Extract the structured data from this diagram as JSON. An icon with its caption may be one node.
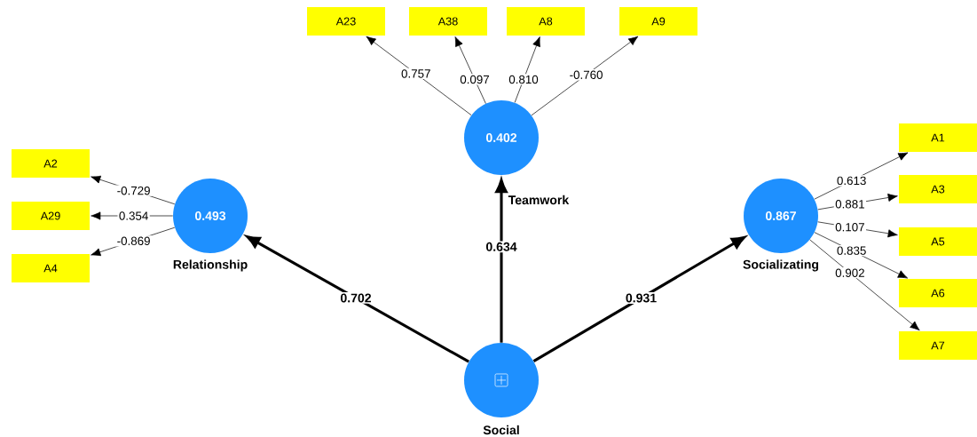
{
  "diagram": {
    "nodes": [
      {
        "text": [
          "A23"
        ]
      },
      {
        "text": [
          "A38"
        ]
      },
      {
        "text": [
          "A8"
        ]
      },
      {
        "text": [
          "A9"
        ]
      },
      {
        "text": [
          "0.402",
          "Teamwork"
        ]
      },
      {
        "text": [
          "A1"
        ]
      },
      {
        "text": [
          "A2"
        ]
      },
      {
        "text": [
          "0.493",
          "Relationship"
        ]
      },
      {
        "text": [
          "0.867",
          "Socializating"
        ]
      },
      {
        "text": [
          "A3"
        ]
      },
      {
        "text": [
          "A29"
        ]
      },
      {
        "text": [
          "A5"
        ]
      },
      {
        "text": [
          "A4"
        ]
      },
      {
        "text": [
          "A6"
        ]
      },
      {
        "text": [
          "A7"
        ]
      },
      {
        "text": [
          "Social"
        ]
      }
    ],
    "edges": [
      {
        "from": 4,
        "to": 0,
        "arrow": "to",
        "label": "0.757"
      },
      {
        "from": 4,
        "to": 1,
        "arrow": "to",
        "label": "0.097"
      },
      {
        "from": 4,
        "to": 2,
        "arrow": "to",
        "label": "0.810"
      },
      {
        "from": 4,
        "to": 3,
        "arrow": "to",
        "label": "-0.760"
      },
      {
        "from": 7,
        "to": 6,
        "arrow": "to",
        "label": "-0.729"
      },
      {
        "from": 7,
        "to": 10,
        "arrow": "to",
        "label": "0.354"
      },
      {
        "from": 7,
        "to": 12,
        "arrow": "to",
        "label": "-0.869"
      },
      {
        "from": 8,
        "to": 5,
        "arrow": "to",
        "label": "0.613"
      },
      {
        "from": 8,
        "to": 9,
        "arrow": "to",
        "label": "0.881"
      },
      {
        "from": 8,
        "to": 11,
        "arrow": "to",
        "label": "0.107"
      },
      {
        "from": 8,
        "to": 13,
        "arrow": "to",
        "label": "0.835"
      },
      {
        "from": 8,
        "to": 14,
        "arrow": "to",
        "label": "0.902"
      },
      {
        "from": 15,
        "to": 7,
        "arrow": "to",
        "label": "0.702",
        "style": "thick"
      },
      {
        "from": 15,
        "to": 4,
        "arrow": "to",
        "label": "0.634",
        "style": "thick"
      },
      {
        "from": 15,
        "to": 8,
        "arrow": "to",
        "label": "0.931",
        "style": "thick"
      }
    ]
  }
}
